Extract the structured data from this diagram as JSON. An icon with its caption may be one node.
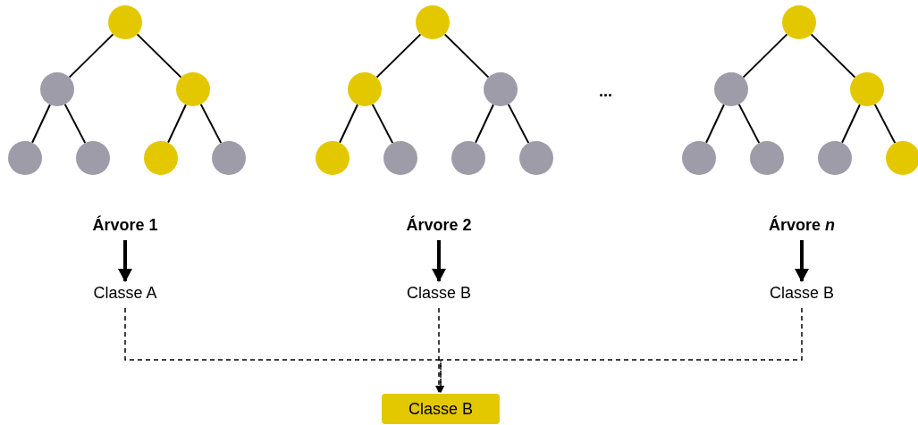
{
  "diagram": {
    "nodes": [
      {
        "text": [],
        "shape": "circle"
      },
      {
        "text": [],
        "shape": "circle"
      },
      {
        "text": [],
        "shape": "circle"
      },
      {
        "text": [],
        "shape": "circle"
      },
      {
        "text": [],
        "shape": "circle"
      },
      {
        "text": [],
        "shape": "circle"
      },
      {
        "text": [],
        "shape": "circle"
      },
      {
        "text": [],
        "shape": "circle"
      },
      {
        "text": [],
        "shape": "circle"
      },
      {
        "text": [],
        "shape": "circle"
      },
      {
        "text": [],
        "shape": "circle"
      },
      {
        "text": [],
        "shape": "circle"
      },
      {
        "text": [],
        "shape": "circle"
      },
      {
        "text": [],
        "shape": "circle"
      },
      {
        "text": [],
        "shape": "circle"
      },
      {
        "text": [],
        "shape": "circle"
      },
      {
        "text": [],
        "shape": "circle"
      },
      {
        "text": [],
        "shape": "circle"
      },
      {
        "text": [],
        "shape": "circle"
      },
      {
        "text": [],
        "shape": "circle"
      },
      {
        "text": [],
        "shape": "circle"
      },
      {
        "text": [
          "Árvore 1"
        ]
      },
      {
        "text": [
          "Árvore 2"
        ]
      },
      {
        "text": [
          "Árvore *n*"
        ]
      },
      {
        "text": [
          "Classe A"
        ]
      },
      {
        "text": [
          "Classe B"
        ]
      },
      {
        "text": [
          "Classe B"
        ]
      },
      {
        "text": [
          "Classe B"
        ]
      }
    ],
    "edges": [
      {
        "from": 0,
        "to": 1,
        "arrow": "none"
      },
      {
        "from": 0,
        "to": 2,
        "arrow": "none"
      },
      {
        "from": 1,
        "to": 3,
        "arrow": "none"
      },
      {
        "from": 1,
        "to": 4,
        "arrow": "none"
      },
      {
        "from": 2,
        "to": 5,
        "arrow": "none"
      },
      {
        "from": 2,
        "to": 6,
        "arrow": "none"
      },
      {
        "from": 7,
        "to": 8,
        "arrow": "none"
      },
      {
        "from": 7,
        "to": 9,
        "arrow": "none"
      },
      {
        "from": 8,
        "to": 10,
        "arrow": "none"
      },
      {
        "from": 8,
        "to": 11,
        "arrow": "none"
      },
      {
        "from": 9,
        "to": 12,
        "arrow": "none"
      },
      {
        "from": 9,
        "to": 13,
        "arrow": "none"
      },
      {
        "from": 14,
        "to": 15,
        "arrow": "none"
      },
      {
        "from": 14,
        "to": 16,
        "arrow": "none"
      },
      {
        "from": 15,
        "to": 17,
        "arrow": "none"
      },
      {
        "from": 15,
        "to": 18,
        "arrow": "none"
      },
      {
        "from": 16,
        "to": 19,
        "arrow": "none"
      },
      {
        "from": 16,
        "to": 20,
        "arrow": "none"
      },
      {
        "from": 21,
        "to": 24,
        "arrow": "to",
        "style": "thick"
      },
      {
        "from": 22,
        "to": 25,
        "arrow": "to",
        "style": "thick"
      },
      {
        "from": 23,
        "to": 26,
        "arrow": "to",
        "style": "thick"
      },
      {
        "from": 24,
        "to": 27,
        "arrow": "to",
        "style": "dashed"
      },
      {
        "from": 25,
        "to": 27,
        "arrow": "to",
        "style": "dashed"
      },
      {
        "from": 26,
        "to": 27,
        "arrow": "to",
        "style": "dashed"
      }
    ],
    "labels": [
      "..."
    ]
  }
}
